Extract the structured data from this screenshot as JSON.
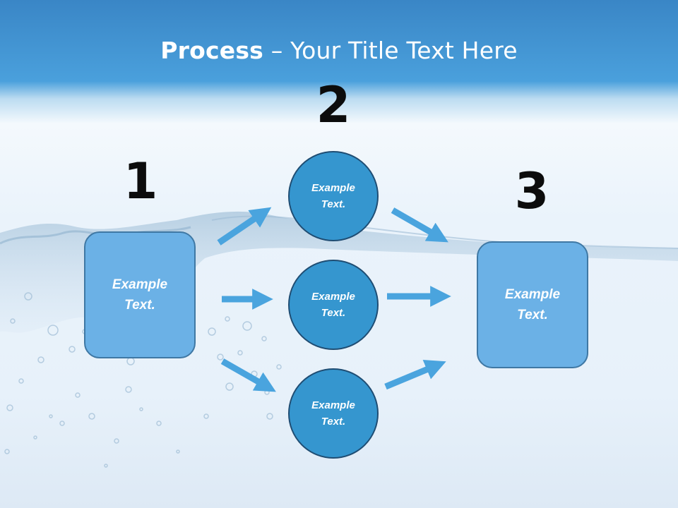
{
  "title": {
    "bold": "Process",
    "rest": " – Your Title Text Here"
  },
  "steps": [
    {
      "number": "1",
      "text": "Example\nText."
    },
    {
      "number": "2",
      "items": [
        "Example\nText.",
        "Example\nText.",
        "Example\nText."
      ]
    },
    {
      "number": "3",
      "text": "Example\nText."
    }
  ],
  "colors": {
    "box_fill": "#6bb1e6",
    "circle_fill": "#3596cf",
    "arrow": "#4aa4de",
    "header": "#3a86c6"
  }
}
